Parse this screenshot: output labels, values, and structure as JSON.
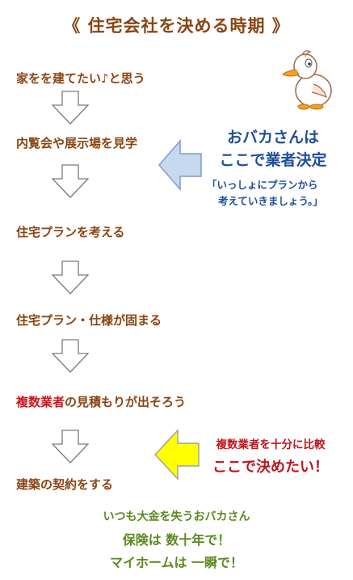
{
  "title": "《 住宅会社を決める時期 》",
  "steps": [
    {
      "text": "家をを建てたい♪と思う"
    },
    {
      "text": "内覧会や展示場を見学"
    },
    {
      "text": "住宅プランを考える"
    },
    {
      "text": "住宅プラン・仕様が固まる"
    },
    {
      "red": "複数業者",
      "rest": "の見積もりが出そろう"
    },
    {
      "text": "建築の契約をする"
    }
  ],
  "bad_decision": {
    "line1": "おバカさんは",
    "line2": "ここで業者決定",
    "quote1": "「いっしょにプランから",
    "quote2": "考えていきましょう。」"
  },
  "good_decision": {
    "line1": "複数業者を十分に比較",
    "line2": "ここで決めたい！"
  },
  "footer": {
    "line1": "いつも大金を失うおバカさん",
    "line2": "保険は 数十年で！",
    "line3": "マイホームは 一瞬で！"
  },
  "colors": {
    "title": "#8B4513",
    "step": "#8B4513",
    "highlight_red": "#d0121b",
    "blue_text": "#1f4e9a",
    "blue_arrow_fill": "#c6d9f1",
    "blue_arrow_stroke": "#7f9cc6",
    "yellow_arrow_fill": "#ffff00",
    "yellow_arrow_stroke": "#a0a0a0",
    "footer_green": "#5a8a1f"
  }
}
